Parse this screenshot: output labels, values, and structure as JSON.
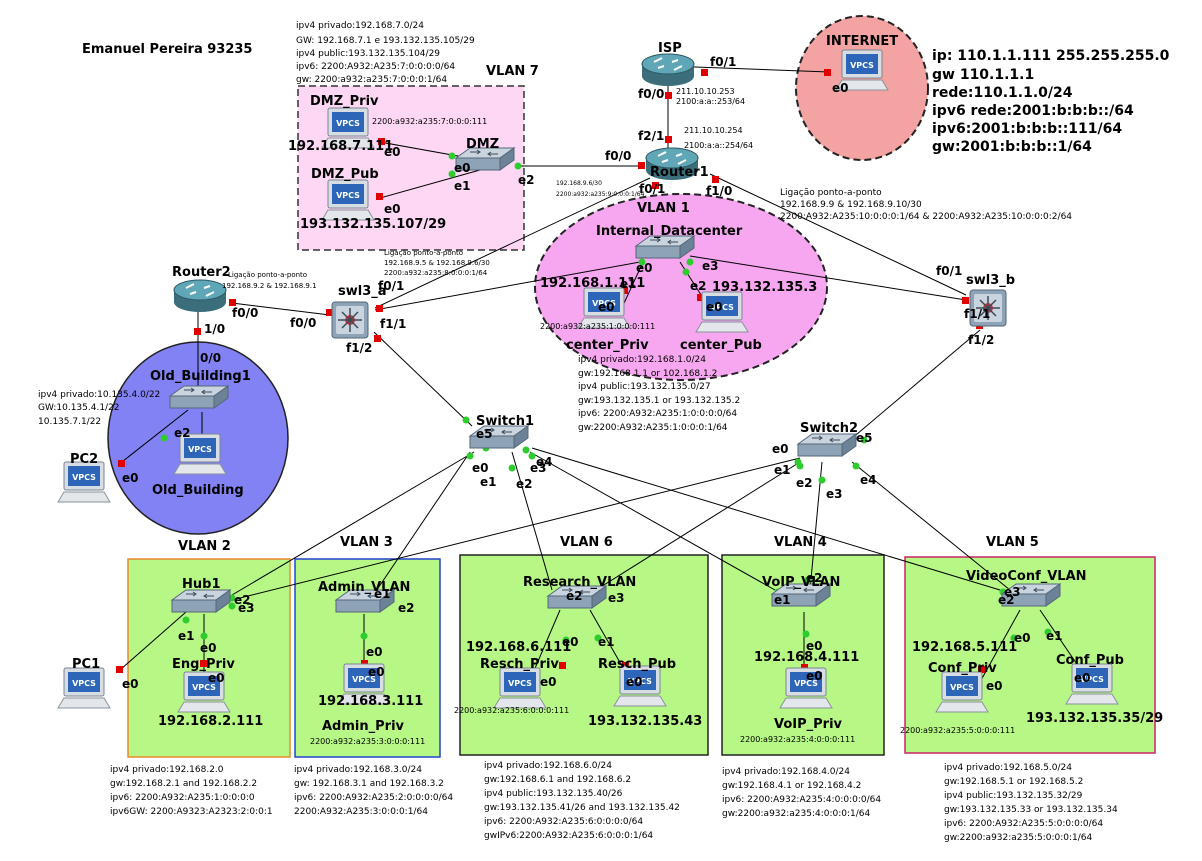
{
  "author": "Emanuel Pereira 93235",
  "vlans": {
    "v1": "VLAN 1",
    "v2": "VLAN 2",
    "v3": "VLAN 3",
    "v4": "VLAN 4",
    "v5": "VLAN 5",
    "v6": "VLAN 6",
    "v7": "VLAN 7"
  },
  "devices": {
    "isp": "ISP",
    "internet": "INTERNET",
    "router1": "Router1",
    "router2": "Router2",
    "dmz": "DMZ",
    "dmz_priv": "DMZ_Priv",
    "dmz_pub": "DMZ_Pub",
    "internal_dc": "Internal_Datacenter",
    "center_priv": "center_Priv",
    "center_pub": "center_Pub",
    "swl3a": "swl3_a",
    "swl3b": "swl3_b",
    "old_building1": "Old_Building1",
    "old_building": "Old_Building",
    "pc2": "PC2",
    "pc1": "PC1",
    "switch1": "Switch1",
    "switch2": "Switch2",
    "hub1": "Hub1",
    "eng_priv": "Eng_Priv",
    "admin_vlan": "Admin_VLAN",
    "admin_priv": "Admin_Priv",
    "research_vlan": "Research_VLAN",
    "resch_priv": "Resch_Priv",
    "resch_pub": "Resch_Pub",
    "voip_vlan": "VoIP_VLAN",
    "voip_priv": "VoIP_Priv",
    "videoconf_vlan": "VideoConf_VLAN",
    "conf_priv": "Conf_Priv",
    "conf_pub": "Conf_Pub",
    "vpcs": "VPCS"
  },
  "ports": {
    "f0_0": "f0/0",
    "f0_1": "f0/1",
    "f1_0": "f1/0",
    "f1_1": "f1/1",
    "f1_2": "f1/2",
    "f2_1": "f2/1",
    "r2_10": "1/0",
    "r2_00": "f0/0",
    "ob_00": "0/0",
    "e0": "e0",
    "e1": "e1",
    "e2": "e2",
    "e3": "e3",
    "e4": "e4",
    "e5": "e5"
  },
  "addresses": {
    "dmz_priv_ip": "192.168.7.111",
    "dmz_pub_ip": "193.132.135.107/29",
    "dmz_priv_ipv6": "2200:a932:a235:7:0:0:0:111",
    "center_priv_ip": "192.168.1.111",
    "center_pub_ip": "193.132.135.3",
    "center_priv_ipv6": "2200:a932:a235:1:0:0:0:111",
    "eng_priv_ip": "192.168.2.111",
    "admin_priv_ip": "192.168.3.111",
    "admin_priv_ipv6": "2200:a932:a235:3:0:0:0:111",
    "resch_priv_ip": "192.168.6.111",
    "resch_pub_ip": "193.132.135.43",
    "resch_priv_ipv6": "2200:a932:a235:6:0:0:0:111",
    "voip_priv_ip": "192.168.4.111",
    "voip_priv_ipv6": "2200:a932:a235:4:0:0:0:111",
    "conf_priv_ip": "192.168.5.111",
    "conf_pub_ip": "193.132.135.35/29",
    "conf_priv_ipv6": "2200:a932:a235:5:0:0:0:111",
    "isp_f00_v4": "211.10.10.253",
    "isp_f00_v6": "2100:a:a::253/64",
    "r1_f21_v4": "211.10.10.254",
    "r1_f21_v6": "2100:a:a::254/64",
    "r1_f00_v4": "192.168.9.6/30",
    "r1_f00_v6": "2200:a932:a235:9:0:0:0:1/64"
  },
  "notes": {
    "internet": [
      "ip: 110.1.1.111 255.255.255.0",
      "gw 110.1.1.1",
      "rede:110.1.1.0/24",
      "ipv6 rede:2001:b:b:b::/64",
      "ipv6:2001:b:b:b::111/64",
      "gw:2001:b:b:b::1/64"
    ],
    "vlan7": [
      "ipv4 privado:192.168.7.0/24",
      "GW: 192.168.7.1 e 193.132.135.105/29",
      "ipv4 public:193.132.135.104/29",
      "ipv6: 2200:A932:A235:7:0:0:0:0/64",
      "gw: 2200:a932:a235:7:0:0:0:1/64"
    ],
    "r1_swl3b_link": [
      "Ligação ponto-a-ponto",
      "192.168.9.9 & 192.168.9.10/30",
      "2200:A932:A235:10:0:0:0:1/64 & 2200:A932:A235:10:0:0:0:2/64"
    ],
    "r1_swl3a_link": [
      "Ligação ponto-a-ponto",
      "192.168.9.5 & 192.168.9.6/30",
      "2200:a932:a235:8:0:0:0:1/64"
    ],
    "r2_swl3a_link": [
      "Ligação ponto-a-ponto",
      "192.168.9.2 & 192.168.9.1"
    ],
    "old_building": [
      "ipv4 privado:10.135.4.0/22",
      "GW:10.135.4.1/22",
      "10.135.7.1/22"
    ],
    "vlan1": [
      "ipv4 privado:192.168.1.0/24",
      "gw:192.168.1.1 or 102.168.1.2",
      "ipv4 public:193.132.135.0/27",
      "gw:193.132.135.1 or 193.132.135.2",
      "ipv6: 2200:A932:A235:1:0:0:0:0/64",
      "gw:2200:A932:A235:1:0:0:0:1/64"
    ],
    "vlan2": [
      "ipv4 privado:192.168.2.0",
      "gw:192.168.2.1 and 192.168.2.2",
      "ipv6: 2200:A932:A235:1:0:0:0:0",
      "ipv6GW: 2200:A9323:A2323:2:0:0:1"
    ],
    "vlan3": [
      "ipv4 privado:192.168.3.0/24",
      "gw: 192.168.3.1 and 192.168.3.2",
      "ipv6: 2200:A932:A235:2:0:0:0:0/64",
      "2200:A932:A235:3:0:0:0:1/64"
    ],
    "vlan6": [
      "ipv4 privado:192.168.6.0/24",
      "gw:192.168.6.1 and 192.168.6.2",
      "ipv4 public:193.132.135.40/26",
      "gw:193.132.135.41/26 and 193.132.135.42",
      "ipv6: 2200:A932:A235:6:0:0:0:0/64",
      "gwIPv6:2200:A932:A235:6:0:0:0:1/64"
    ],
    "vlan4": [
      "ipv4 privado:192.168.4.0/24",
      "gw:192.168.4.1 or 192.168.4.2",
      "ipv6: 2200:A932:A235:4:0:0:0:0/64",
      "gw:2200:a932:a235:4:0:0:0:1/64"
    ],
    "vlan5": [
      "ipv4 privado:192.168.5.0/24",
      "gw:192.168.5.1 or 192.168.5.2",
      "ipv4 public:193.132.135.32/29",
      "gw:193.132.135.33 or 193.132.135.34",
      "ipv6: 2200:A932:A235:5:0:0:0:0/64",
      "gw:2200:a932:a235:5:0:0:0:1/64"
    ]
  }
}
